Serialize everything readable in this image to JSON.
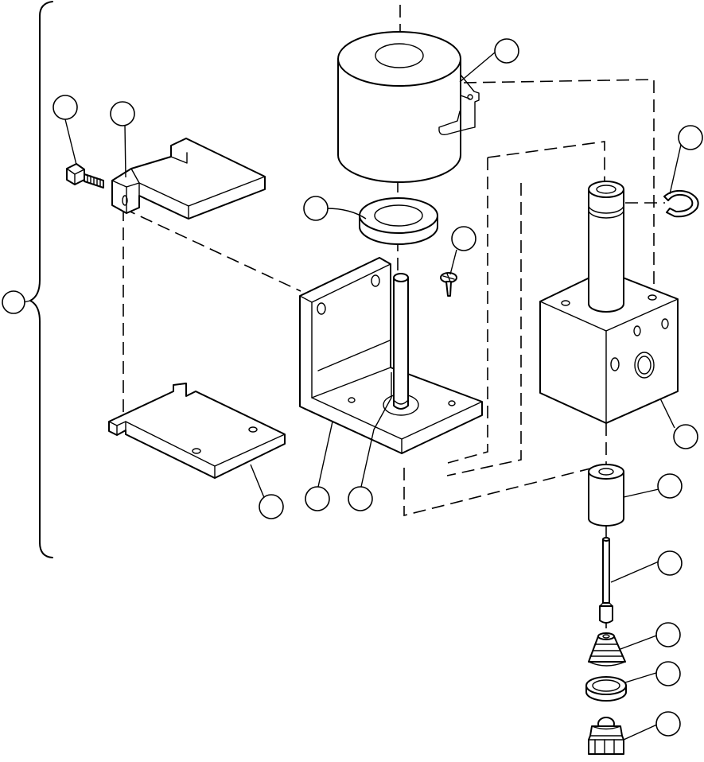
{
  "diagram": {
    "type": "exploded-parts-view",
    "callouts": [
      {
        "id": "assembly",
        "label": ""
      },
      {
        "id": "screw-left",
        "label": ""
      },
      {
        "id": "angle-bracket-top",
        "label": ""
      },
      {
        "id": "solenoid-coil",
        "label": ""
      },
      {
        "id": "coil-washer",
        "label": ""
      },
      {
        "id": "small-screw",
        "label": ""
      },
      {
        "id": "retaining-ring",
        "label": ""
      },
      {
        "id": "valve-body",
        "label": ""
      },
      {
        "id": "bottom-plate",
        "label": ""
      },
      {
        "id": "l-bracket",
        "label": ""
      },
      {
        "id": "plunger-tube",
        "label": ""
      },
      {
        "id": "sleeve",
        "label": ""
      },
      {
        "id": "pin",
        "label": ""
      },
      {
        "id": "poppet-seat",
        "label": ""
      },
      {
        "id": "seal-washer",
        "label": ""
      },
      {
        "id": "plug-fitting",
        "label": ""
      }
    ]
  }
}
